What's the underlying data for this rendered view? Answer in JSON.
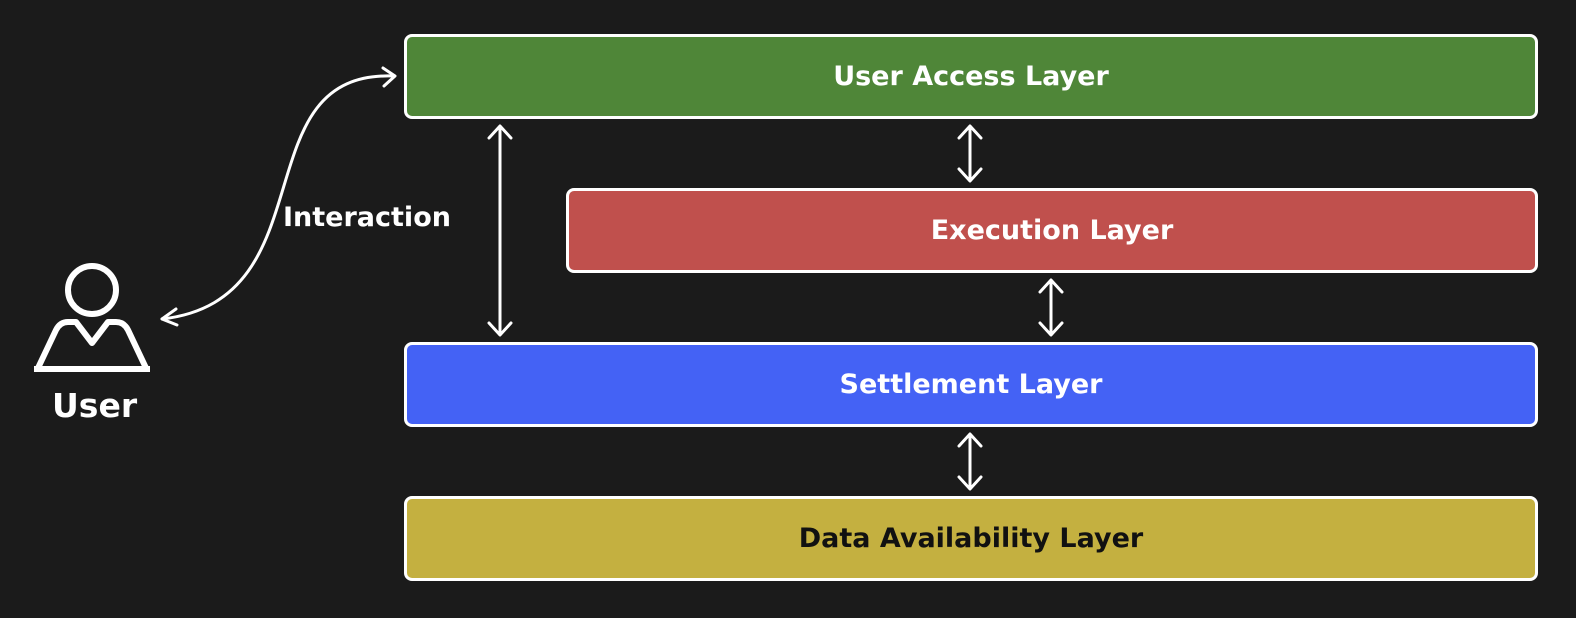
{
  "layers": [
    {
      "id": "access",
      "label": "User Access Layer",
      "fill": "#4f8638",
      "text_color": "#ffffff"
    },
    {
      "id": "exec",
      "label": "Execution Layer",
      "fill": "#c0504d",
      "text_color": "#ffffff"
    },
    {
      "id": "settle",
      "label": "Settlement Layer",
      "fill": "#4462f5",
      "text_color": "#ffffff"
    },
    {
      "id": "data",
      "label": "Data Availability Layer",
      "fill": "#c4b040",
      "text_color": "#111111"
    }
  ],
  "interaction_label": "Interaction",
  "user_label": "User",
  "icons": {
    "user": "user-person-icon",
    "arrow": "double-headed-arrow-icon"
  },
  "colors": {
    "background": "#1b1b1b",
    "stroke": "#ffffff"
  }
}
